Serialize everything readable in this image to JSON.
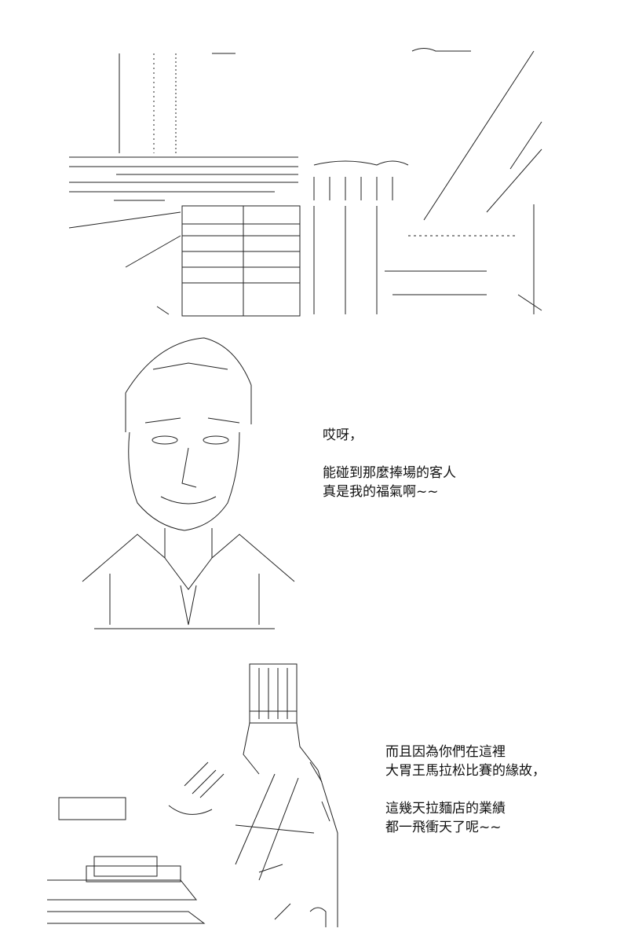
{
  "panels": [
    {
      "id": "shop-exterior",
      "dialogue": []
    },
    {
      "id": "man-speaking",
      "dialogue": [
        "哎呀，",
        "能碰到那麼捧場的客人",
        "真是我的福氣啊~~"
      ]
    },
    {
      "id": "chef-with-bowls",
      "dialogue": [
        "而且因為你們在這裡",
        "大胃王馬拉松比賽的緣故，",
        "這幾天拉麵店的業績",
        "都一飛衝天了呢~~"
      ]
    }
  ]
}
